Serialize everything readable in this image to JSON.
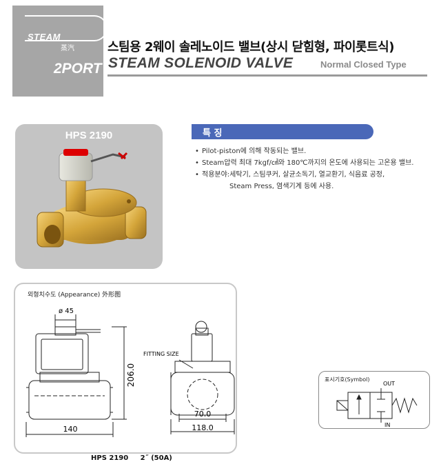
{
  "badge": {
    "steam": "STEAM",
    "hanja": "蒸汽",
    "port": "2PORT"
  },
  "header": {
    "title_ko": "스팀용 2웨이 솔레노이드 밸브(상시 닫힘형, 파이롯트식)",
    "title_en": "STEAM SOLENOID VALVE",
    "type": "Normal Closed Type"
  },
  "product": {
    "model": "HPS 2190"
  },
  "features": {
    "heading": "특 징",
    "items": [
      "Pilot-piston에 의해 작동되는 밸브.",
      "Steam압력 최대 7kgf/㎠와 180℃까지의 온도에 사용되는 고온용 밸브.",
      "적용분야:세탁기, 스팀쿠커, 살균소독기, 열교환기, 식음료 공정,"
    ],
    "continuation": "Steam Press, 염색기계 등에 사용."
  },
  "drawing": {
    "title": "외형치수도 (Appearance) 外形图",
    "dim_diameter": "ø 45",
    "dim_height": "206.0",
    "dim_width_left": "140",
    "fitting_size": "FITTING SIZE",
    "dim_inner": "70.0",
    "dim_outer": "118.0"
  },
  "symbol": {
    "title": "표시기호(Symbol)",
    "out": "OUT",
    "in": "IN"
  },
  "footer": {
    "model": "HPS 2190",
    "size": "2˝ (50A)"
  },
  "colors": {
    "badge": "#a6a6a6",
    "feature_header": "#4a68b8",
    "brass": "#d4a53a"
  }
}
